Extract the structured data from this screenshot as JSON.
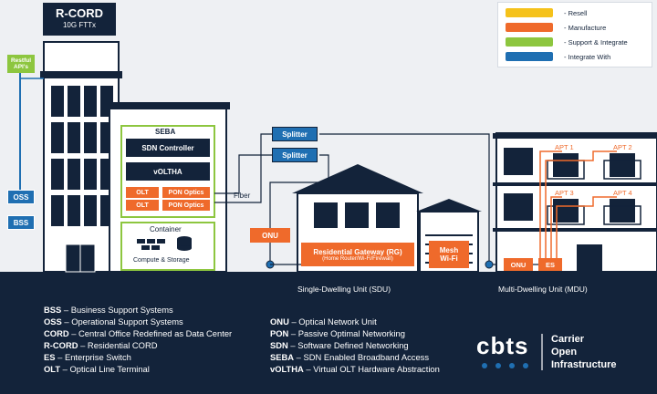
{
  "header": {
    "title": "R-CORD",
    "subtitle": "10G FTTx"
  },
  "legend": [
    {
      "label": "- Resell",
      "color": "#f5c21b"
    },
    {
      "label": "- Manufacture",
      "color": "#ef6a2b"
    },
    {
      "label": "- Support & Integrate",
      "color": "#8dc63f"
    },
    {
      "label": "- Integrate With",
      "color": "#1f6fb2"
    }
  ],
  "central_office": {
    "restful_label": "Restful\nAPI's",
    "oss": "OSS",
    "bss": "BSS",
    "seba": {
      "title": "SEBA",
      "sdn_controller": "SDN Controller",
      "voltha": "vOLTHA",
      "olt_1": "OLT",
      "olt_2": "OLT",
      "pon_1": "PON Optics",
      "pon_2": "PON Optics"
    },
    "container": {
      "title": "Container",
      "caption": "Compute & Storage"
    }
  },
  "network": {
    "splitter_1": "Splitter",
    "splitter_2": "Splitter",
    "fiber": "Fiber"
  },
  "sdu": {
    "onu": "ONU",
    "rg_title": "Residential Gateway (RG)",
    "rg_sub": "(Home Router/Wi-Fi/Firewall)",
    "mesh": "Mesh\nWi-Fi",
    "caption": "Single-Dwelling Unit (SDU)"
  },
  "mdu": {
    "apts": [
      "APT 1",
      "APT 2",
      "APT 3",
      "APT 4"
    ],
    "onu": "ONU",
    "es": "ES",
    "caption": "Multi-Dwelling Unit (MDU)"
  },
  "glossary_left": [
    {
      "term": "BSS",
      "def": " – Business Support Systems"
    },
    {
      "term": "OSS",
      "def": " – Operational Support Systems"
    },
    {
      "term": "CORD",
      "def": " – Central Office Redefined as Data Center"
    },
    {
      "term": "R-CORD",
      "def": " – Residential CORD"
    },
    {
      "term": "ES",
      "def": " – Enterprise Switch"
    },
    {
      "term": "OLT",
      "def": " – Optical Line Terminal"
    }
  ],
  "glossary_right": [
    {
      "term": "ONU",
      "def": " – Optical Network Unit"
    },
    {
      "term": "PON",
      "def": " – Passive Optimal Networking"
    },
    {
      "term": "SDN",
      "def": " – Software Defined Networking"
    },
    {
      "term": "SEBA",
      "def": " – SDN Enabled Broadband Access"
    },
    {
      "term": "vOLTHA",
      "def": " – Virtual OLT Hardware Abstraction"
    }
  ],
  "brand": {
    "logo": "cbts",
    "tagline_1": "Carrier",
    "tagline_2": "Open",
    "tagline_3": "Infrastructure",
    "dot_colors": [
      "#1f6fb2",
      "#1f6fb2",
      "#1f6fb2",
      "#1f6fb2"
    ]
  }
}
